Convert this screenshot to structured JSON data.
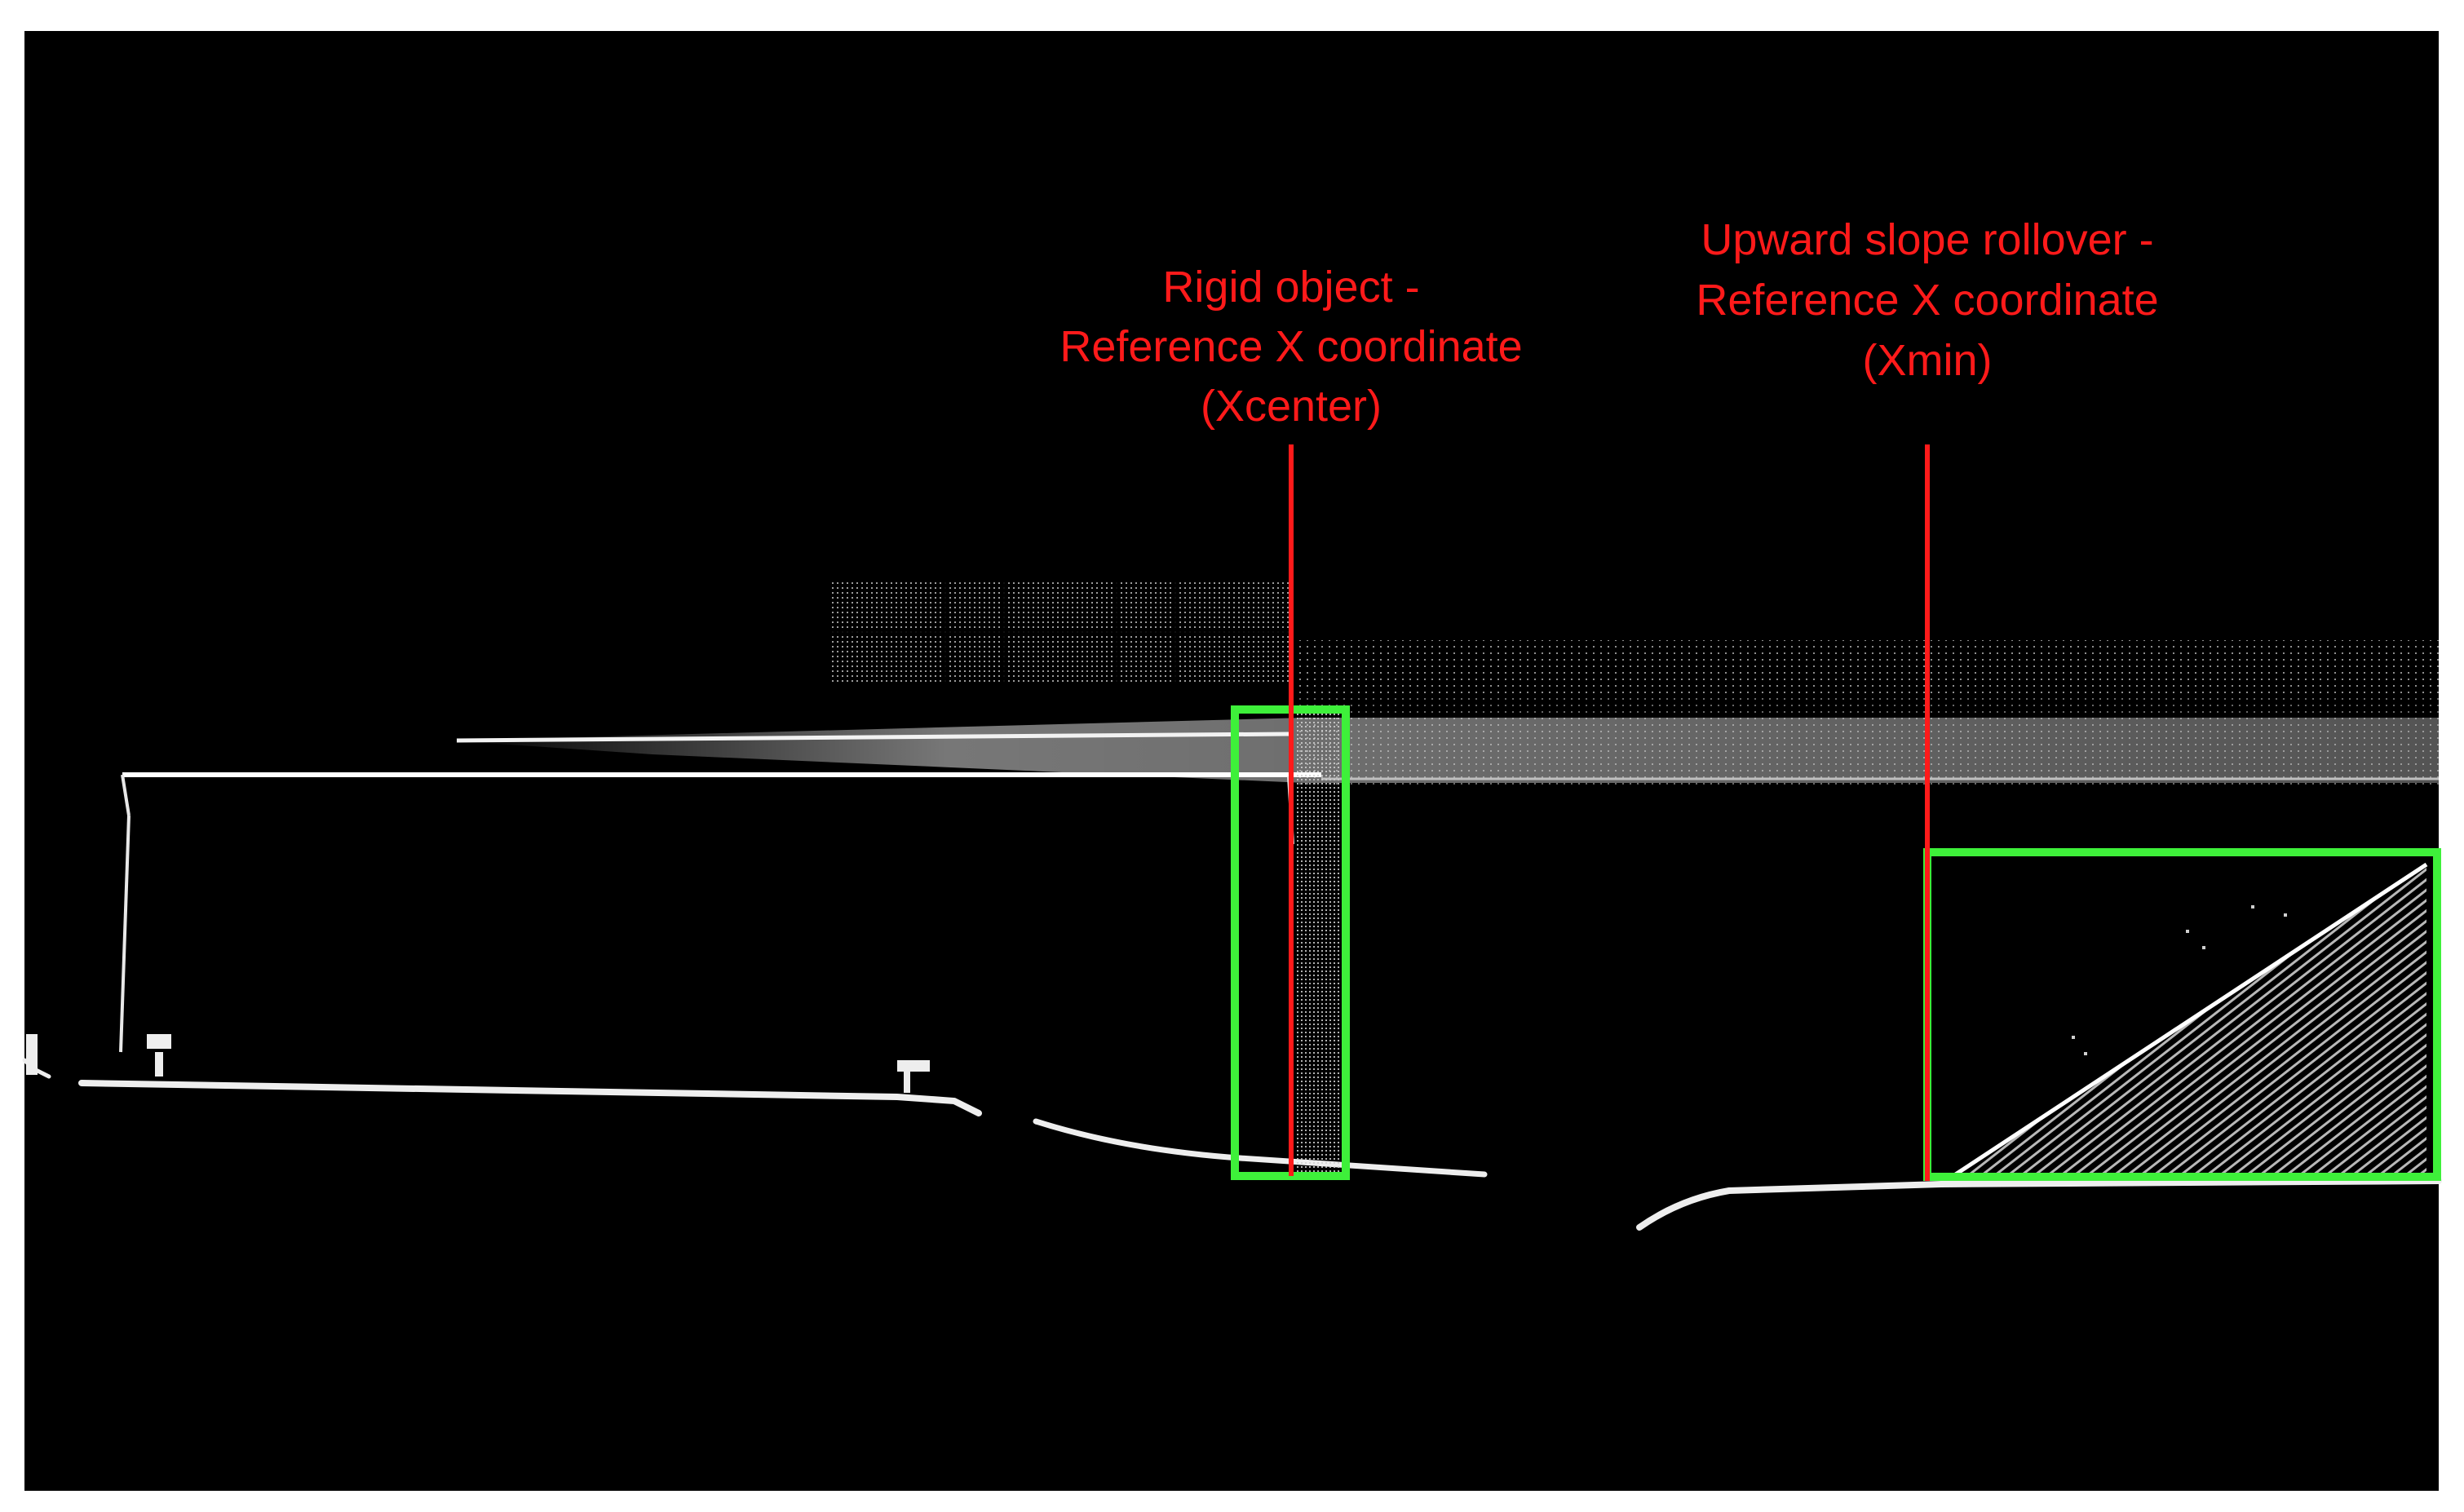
{
  "colors": {
    "background": "#ffffff",
    "panel": "#000000",
    "points": "#e6e6e6",
    "annotation": "#ff1a1a",
    "box": "#3ef03a"
  },
  "annotations": {
    "rigid": {
      "line1": "Rigid object -",
      "line2": "Reference X coordinate",
      "line3": "(Xcenter)"
    },
    "slope": {
      "line1": "Upward slope rollover -",
      "line2": "Reference X coordinate",
      "line3": "(Xmin)"
    }
  }
}
